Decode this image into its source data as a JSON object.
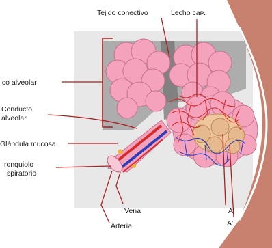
{
  "labels": {
    "tejido_conectivo": "Tejido conectivo",
    "lecho_capilar": "Lecho caᴘ.",
    "saco_alveolar": "ıco alveolar",
    "conducto_alveolar_1": "Conducto",
    "conducto_alveolar_2": "alveolar",
    "glandula_mucosa": "Glándula mucosa",
    "bronquiolo_1": "ronquiolo",
    "bronquiolo_2": "spiratorio",
    "vena": "Vena",
    "arteria": "Arteria",
    "alveolo_1": "A'",
    "alveolo_2": "A'"
  },
  "colors": {
    "slide_accent": "#c8806f",
    "alveoli_fill": "#f5a3bd",
    "artery": "#d42a2a",
    "vein": "#2a3db8",
    "gland": "#f0b23a",
    "leader_line": "#b01c1c",
    "panel": "#e8e8e8",
    "shadow": "#7c7c7c"
  },
  "icons": {
    "lung_diagram": "alveolar-sac-illustration"
  }
}
